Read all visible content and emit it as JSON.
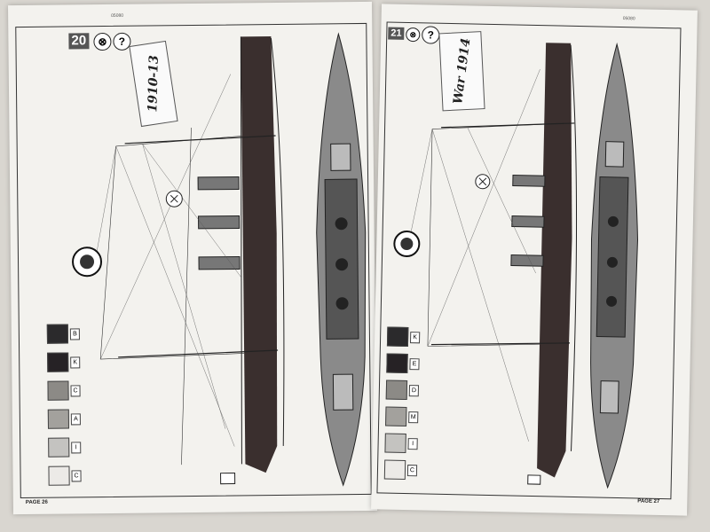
{
  "left_page": {
    "step_number": "20",
    "scroll_text": "1910-13",
    "page_number": "PAGE 26",
    "code": "05080",
    "swatch_labels": [
      "B",
      "K",
      "C",
      "A",
      "I",
      "C"
    ]
  },
  "right_page": {
    "step_number": "21",
    "scroll_text": "War 1914",
    "page_number": "PAGE 27",
    "code": "05080",
    "swatch_labels": [
      "K",
      "E",
      "D",
      "M",
      "I",
      "C"
    ]
  },
  "icons": {
    "help": "?",
    "paint_icon": "paint-pot-icon",
    "cut_icon": "scissors-icon"
  },
  "colors": {
    "paper": "#f3f2ee",
    "hull_dark": "#3a2f2e",
    "deck_gray": "#8a8a8a",
    "swatches": [
      "#2b2a2c",
      "#262225",
      "#8c8a86",
      "#a3a19d",
      "#c4c3c0",
      "#eceae7"
    ]
  }
}
